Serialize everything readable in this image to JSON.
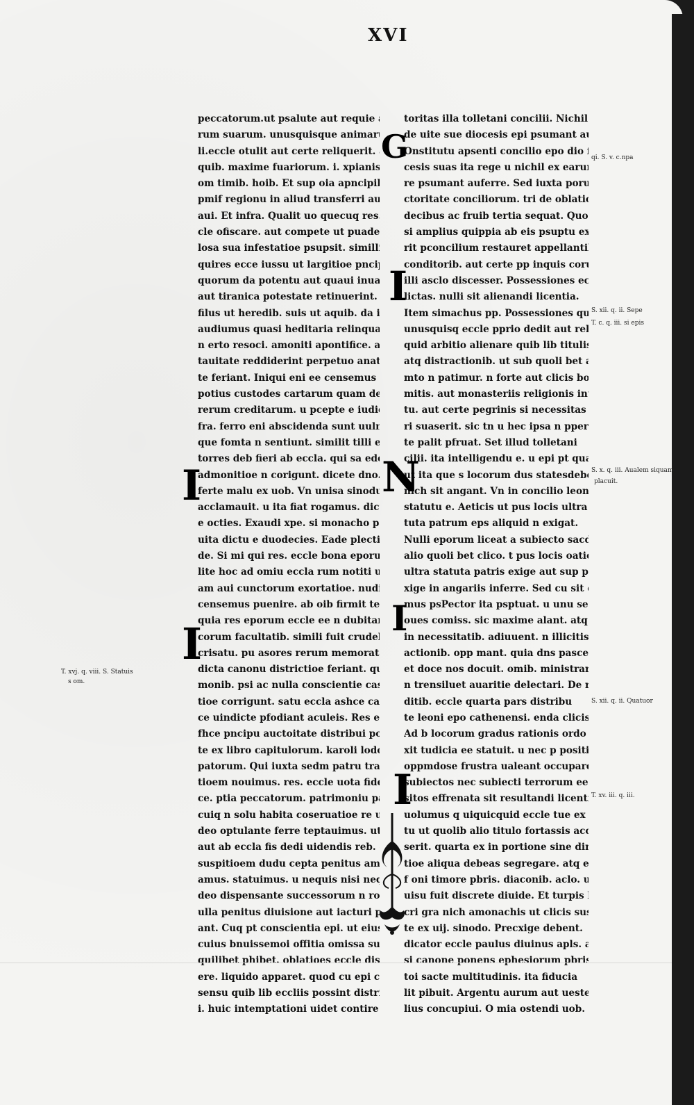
{
  "folio": "XVI",
  "column_a": [
    "peccatorum.ut psalute aut requie anima",
    "rum suarum. unusquisque animarum uenerabi",
    "li.eccle otulit aut certe reliquerit. abhis",
    "quib. maxime fuariorum. i. xpianis",
    "om timib. hoib. Et sup oia apncipib.",
    "pmif regionu in aliud transferri aut",
    "aui. Et infra. Qualit uo quecuq res. ec",
    "cle ofiscare. aut compete ut puade piu",
    "losa sua infestatioe psupsit. simillit hu",
    "quires ecce iussu ut largitioe pncipu ut",
    "quorum da potentu aut quaui inuasione",
    "aut tiranica potestate retinuerint. uel",
    "filus ut heredib. suis ut aquib. da ia factu",
    "audiumus quasi heditaria relinquat",
    "n erto resoci. amoniti apontifice. agni",
    "tauitate reddiderint perpetuo anathema",
    "te feriant. Iniqui eni ee censemus ut",
    "potius custodes cartarum quam defensores",
    "rerum creditarum. u pcepte e iudicemur. in",
    "fra. ferro eni abscidenda sunt uulneri.",
    "que fomta n sentiunt. similit tilli ex",
    "torres deb fieri ab eccla. qui sa edotali",
    "admonitioe n corigunt. dicete dno. au",
    "ferte malu ex uob. Vn unisa sinodus surges",
    "acclamauit. u ita fiat rogamus. dictum",
    "e octies. Exaudi xpe. si monacho pape.",
    "uita dictu e duodecies. Eade plectit pena",
    "de. Si mi qui res. eccle bona eporum in",
    "lite hoc ad omiu eccla rum notiti uadit.",
    "am aui cunctorum exortatioe. nuditio",
    "censemus puenire. ab oib firmit teni.",
    "quia res eporum eccle ee n dubitant. sin",
    "corum facultatib. simili fuit crudelitate",
    "crisatu. pu asores rerum memoratarum p",
    "dicta canonu districtioe feriant. quqi",
    "monib. psi ac nulla conscientie castiga",
    "tioe corrigunt. satu eccla ashce canoni",
    "ce uindicte pfodiant aculeis. Res eccla",
    "fhce pncipu auctoitate distribui poss",
    "te ex libro capitulorum. karoli lodoici",
    "patorum. Qui iuxta sedm patru tradi",
    "tioem nouimus. res. eccle uota fidelu",
    "ce. ptia peccatorum. patrimoniu paupm",
    "cuiq n solu habita coseruatioe re uere",
    "deo optulante ferre teptauimus. ut",
    "aut ab eccla fis dedi uidendis reb. eccle",
    "suspitioem dudu cepta penitus amoue",
    "amus. statuimus. u nequis nisi neq filio",
    "deo dispensante successorum n ro tpibus",
    "ulla penitus diuisione aut iacturi pati",
    "ant. Cuq pt conscientia epi. ut eius",
    "cuius bnuissemoi offitia omissa sunt.",
    "quilibet phibet. oblatioes eccle distribu",
    "ere. liquido apparet. quod cu epi con",
    "sensu quib lib eccliis possint distribu",
    "i. huic intemptationi uidet contire auc"
  ],
  "column_b": [
    "toritas illa tolletani concilii. Nichil",
    "de uite sue diocesis epi psumant au",
    "Onstitutu apsenti concilio epo dio ferre.",
    "cesis suas ita rege u nichil ex earum iu",
    "re psumant auferre. Sed iuxta porum au",
    "ctoritate conciliorum. tri de oblationib. quas",
    "decibus ac fruib tertia sequat. Quod",
    "si amplius quippia ab eis psuptu extite",
    "rit pconcilium restauret appellantib. ipsis",
    "conditorib. aut certe pp inquis corum si ia",
    "illi asclo discesser. Possessiones eccle re",
    "lictas. nulli sit alienandi licentia.",
    "Item simachus pp. Possessiones quas",
    "unusquisq eccle pprio dedit aut reli",
    "quid arbitio alienare quib lib titulis",
    "atq distractionib. ut sub quoli bet argu",
    "mto n patimur. n forte aut clicis bonorum",
    "mitis. aut monasteriis religionis intuitu",
    "tu. aut certe pegrinis si necessitas largi",
    "ri suaserit. sic tn u hec ipsa n pperpetuo s",
    "te palit pfruat. Set illud tolletani",
    "cilii. ita intelligendu e. u epi pt quarti",
    "ut ita que s locorum dus statesdebet",
    "nich sit angant. Vn in concilio leonis pp",
    "statutu e. Aeticis ut pus locis ultra sta",
    "tuta patrum eps aliquid n exigat.",
    "Nulli eporum liceat a subiecto sacdote uel",
    "alio quoli bet clico. t pus locis oationes",
    "ultra statuta patris exige aut sup posita e",
    "xige in angariis inferre. Sed cu sit opti",
    "mus psPector ita psptuat. u unu se s",
    "oues comiss. sic maxime alant. atq",
    "in necessitatib. adiuuent. n illicitis ex",
    "actionib. opp mant. quia dns pascere",
    "et doce nos docuit. omib. ministrare.",
    "n trensiluet auaritie delectari. De red",
    "ditib. eccle quarta pars distribu",
    "te leoni epo cathenensi. enda clicis.",
    "Ad b locorum gradus rationis ordo distin",
    "xit tudicia ee statuit. u nec p positi",
    "oppmdose frustra ualeant occupare",
    "subiectos nec subiecti terrorum ee suos ppo",
    "sitos effrenata sit resultandi licentia.",
    "uolumus q uiquicquid eccle tue ex reddi",
    "tu ut quolib alio titulo fortassis acces",
    "serit. quarta ex in portione sine diminu",
    "tioe aliqua debeas segregare. atq eam",
    "f oni timore pbris. diaconib. aclo. ut",
    "uisu fuit discrete diuide. Et turpis lu",
    "cri gra nich amonachis ut clicis sus",
    "te ex uij. sinodo. Precxige debent.",
    "dicator eccle paulus diuinus apls. ac",
    "si canone ponens ephesiorum pbris. immo",
    "toi sacte multitudinis. ita fiducia",
    "lit pibuit. Argentu aurum aut ueste nul",
    "lius concupiui. O mia ostendi uob. Quoni"
  ],
  "marginal_notes": {
    "right_1": "qi. S. v. c.npa",
    "right_2a": "S. xii. q. ii. Sepe",
    "right_2b": "T. c. q. iii. si epis",
    "right_3a": "S. x. q. iii. Aualem siquam",
    "right_3b": "placuit.",
    "right_4": "S. xii. q. ii. Quatuor",
    "right_5": "T. xv. iii. q. iii.",
    "left_1a": "T. xvj. q. viii. S. Statuis",
    "left_1b": "s om."
  },
  "initials": {
    "g": "G",
    "i1": "I",
    "i2": "I",
    "i3": "I",
    "n": "N",
    "i4": "I",
    "i5": "I"
  }
}
